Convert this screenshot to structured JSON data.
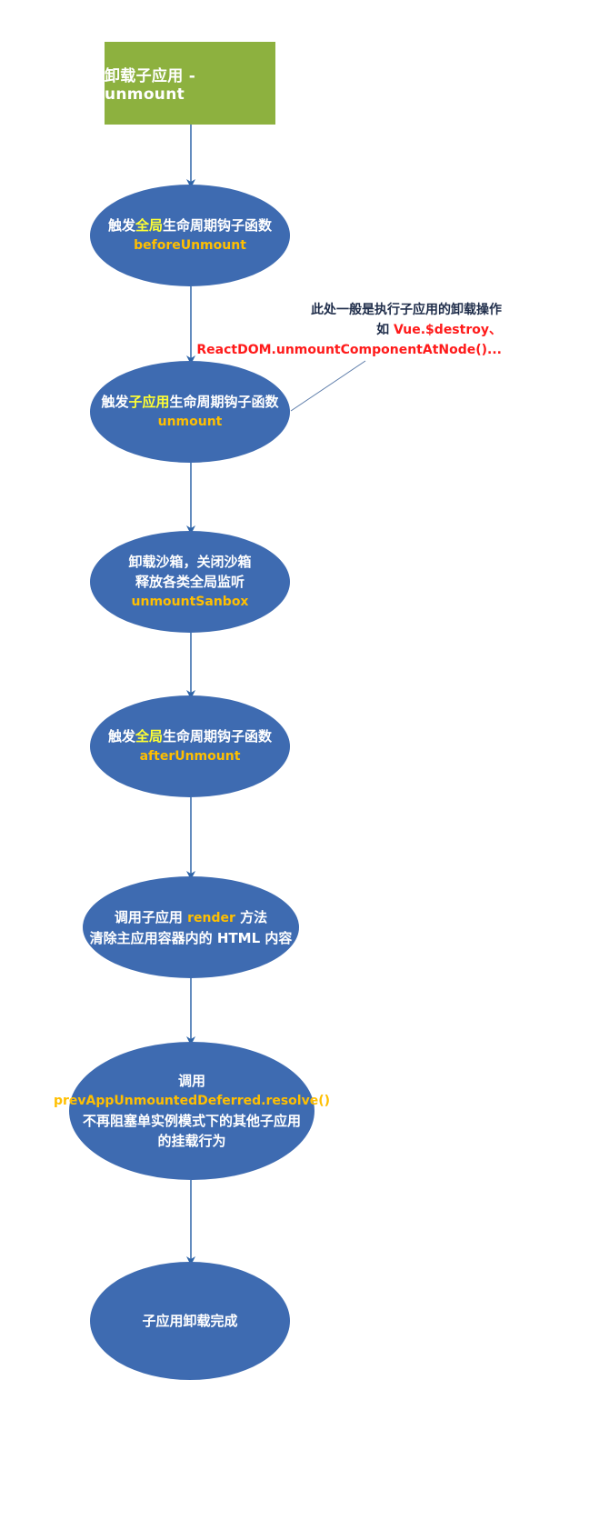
{
  "colors": {
    "start_fill": "#8db13f",
    "node_fill": "#3e6bb1",
    "arrow": "#2e64a8",
    "highlight_yellow": "#ffff33",
    "code_orange": "#ffbf00",
    "note_red": "#ff1a1a",
    "note_dark": "#1f2d4a"
  },
  "start": {
    "label": "卸载子应用 - unmount"
  },
  "nodes": [
    {
      "id": "before-unmount",
      "pre": "触发",
      "hl": "全局",
      "post": "生命周期钩子函数",
      "code": "beforeUnmount"
    },
    {
      "id": "unmount",
      "pre": "触发",
      "hl": "子应用",
      "post": "生命周期钩子函数",
      "code": "unmount"
    },
    {
      "id": "unmount-sandbox",
      "line1": "卸载沙箱，关闭沙箱",
      "line2": "释放各类全局监听",
      "code": "unmountSanbox"
    },
    {
      "id": "after-unmount",
      "pre": "触发",
      "hl": "全局",
      "post": "生命周期钩子函数",
      "code": "afterUnmount"
    },
    {
      "id": "render",
      "line1_pre": "调用子应用 ",
      "line1_code": "render",
      "line1_post": " 方法",
      "line2": "清除主应用容器内的 HTML 内容"
    },
    {
      "id": "resolve",
      "line1": "调用",
      "code": "prevAppUnmountedDeferred.resolve()",
      "line3": "不再阻塞单实例模式下的其他子应用",
      "line4": "的挂载行为"
    },
    {
      "id": "done",
      "label": "子应用卸载完成"
    }
  ],
  "annotation": {
    "line1": "此处一般是执行子应用的卸载操作",
    "line2_pre": "如 ",
    "line2_red": "Vue.$destroy、",
    "line3_red": "ReactDOM.unmountComponentAtNode()..."
  }
}
